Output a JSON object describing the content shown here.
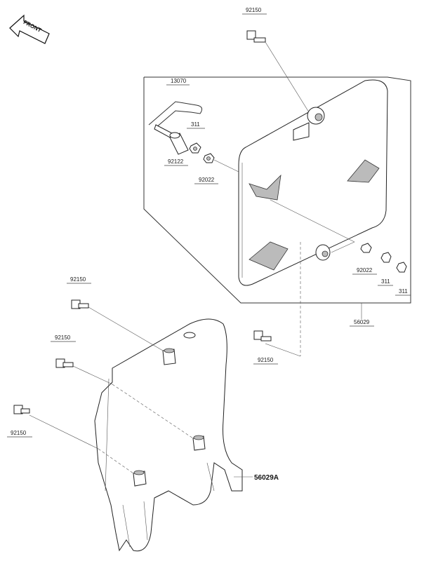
{
  "front_indicator": {
    "text": "FRONT"
  },
  "parts": {
    "bolt_top": "92150",
    "clamp_wire": "13070",
    "collar": "92122",
    "nut_small": "311",
    "washer_left": "92022",
    "washer_right": "92022",
    "nut_right_a": "311",
    "nut_right_b": "311",
    "plate_assembly": "56029",
    "bolt_mid": "92150",
    "bolt_upper_left": "92150",
    "bolt_middle_left": "92150",
    "bolt_lower_left": "92150",
    "number_plate": "56029A"
  }
}
